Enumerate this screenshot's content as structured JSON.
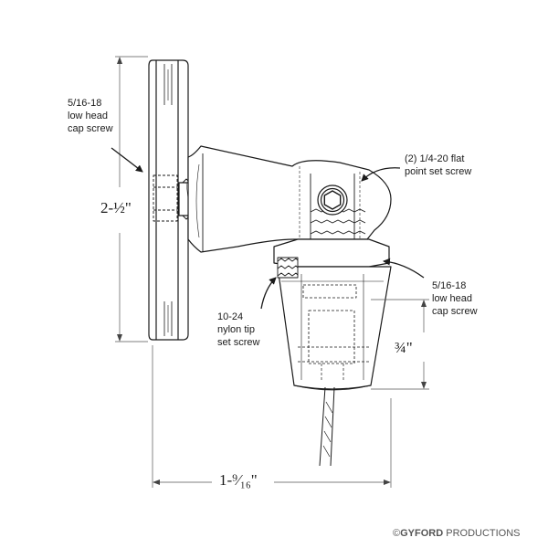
{
  "callouts": {
    "cap_screw_top_line1": "5/16-18",
    "cap_screw_top_line2": "low head",
    "cap_screw_top_line3": "cap screw",
    "set_screw_line1": "(2) 1/4-20 flat",
    "set_screw_line2": "point set screw",
    "cap_screw_right_line1": "5/16-18",
    "cap_screw_right_line2": "low head",
    "cap_screw_right_line3": "cap screw",
    "nylon_line1": "10-24",
    "nylon_line2": "nylon tip",
    "nylon_line3": "set screw"
  },
  "dimensions": {
    "height": "2-½\"",
    "depth": "1-⁹⁄₁₆\"",
    "cup": "¾\""
  },
  "credit": {
    "symbol": "©",
    "brand": "GYFORD",
    "suffix": " PRODUCTIONS"
  },
  "colors": {
    "line": "#1a1a1a",
    "dim_line": "#555555"
  }
}
